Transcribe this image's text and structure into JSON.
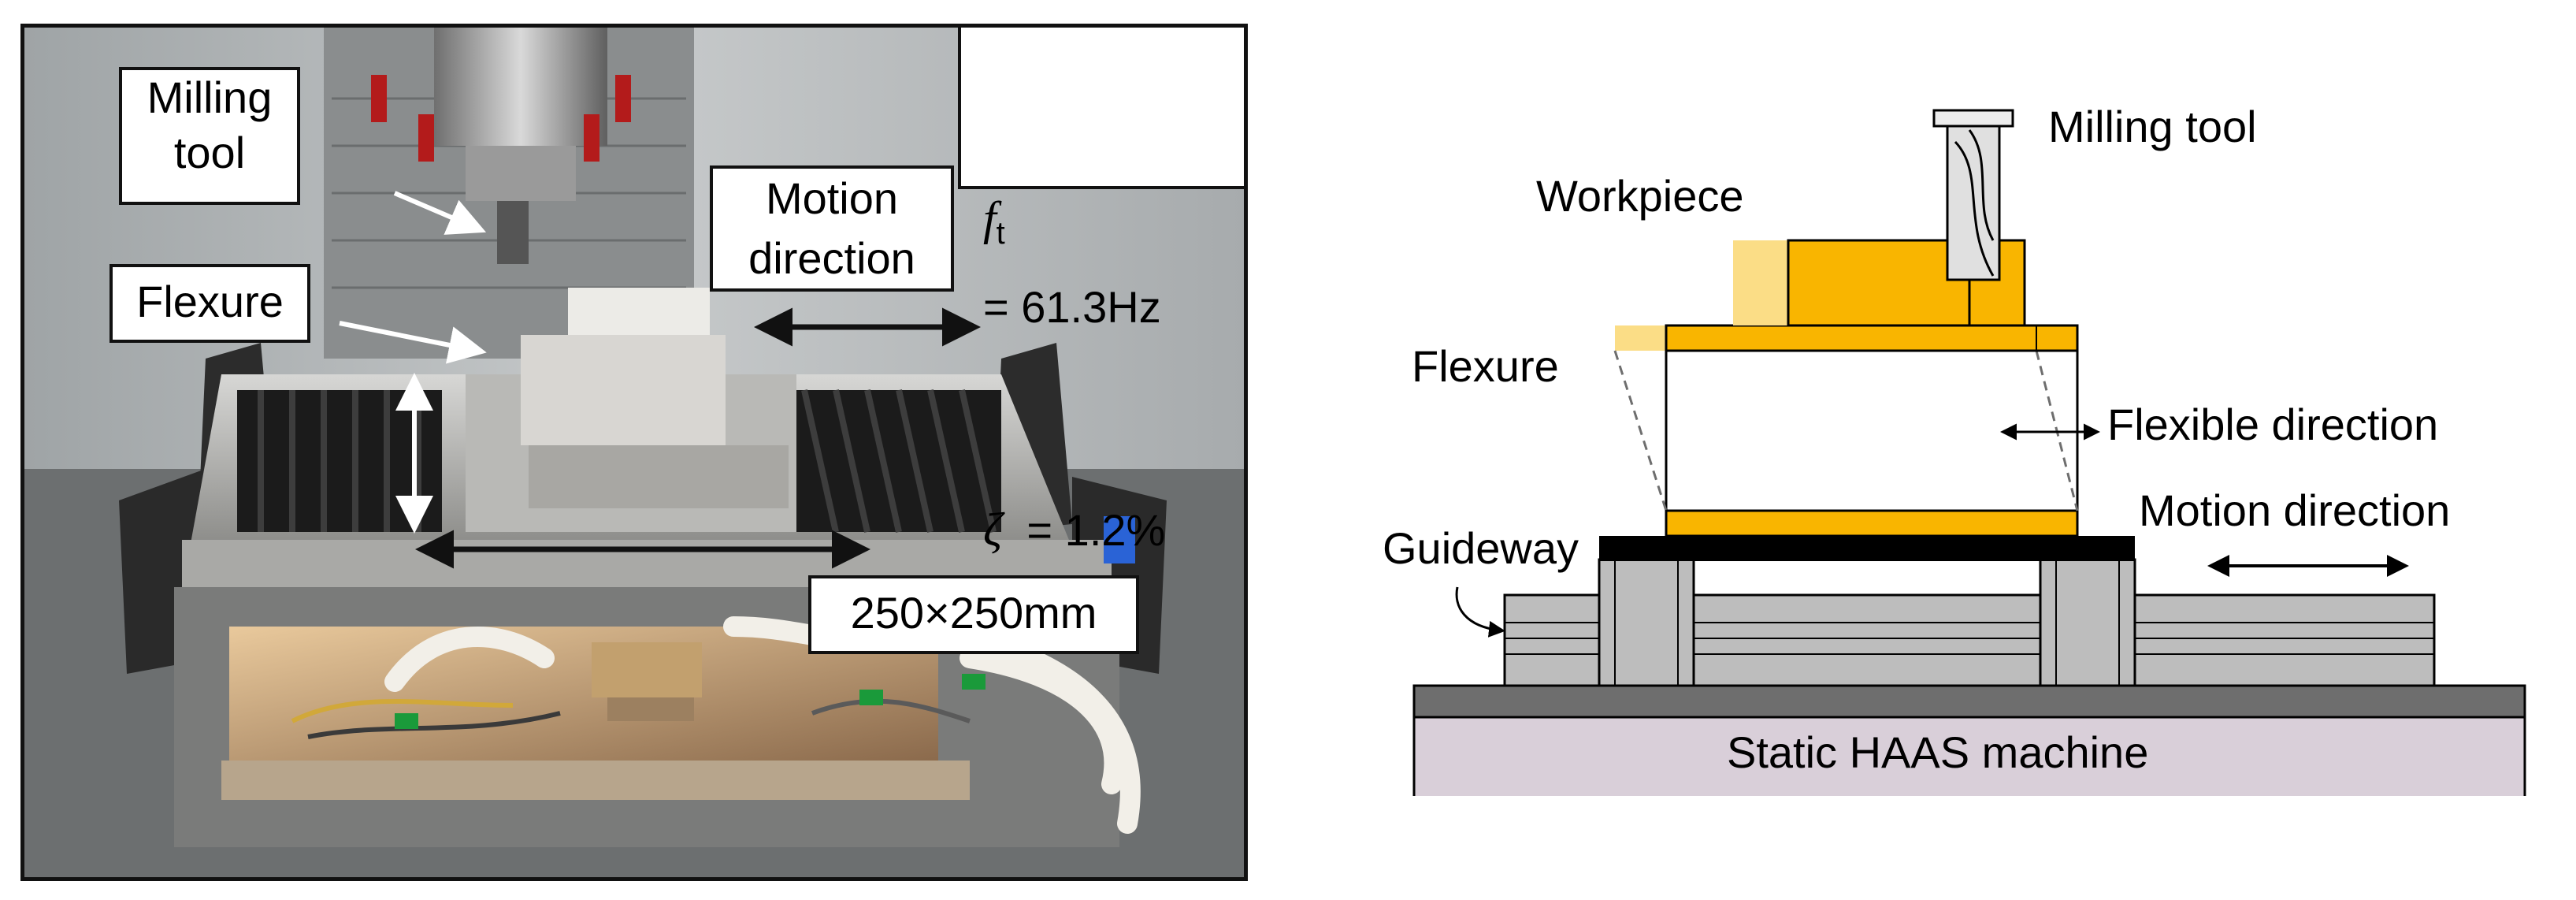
{
  "photo": {
    "labels": {
      "milling_tool": "Milling\ntool",
      "flexure": "Flexure",
      "motion_direction": "Motion\ndirection",
      "size": "250×250mm"
    },
    "params": {
      "ft_symbol": "f",
      "ft_sub": "t",
      "ft_value": "= 61.3Hz",
      "zeta_symbol": "ζ",
      "zeta_value": "= 1.2%"
    }
  },
  "diagram": {
    "labels": {
      "milling_tool": "Milling tool",
      "workpiece": "Workpiece",
      "flexure": "Flexure",
      "flexible_direction": "Flexible direction",
      "motion_direction": "Motion direction",
      "guideway": "Guideway",
      "machine": "Static HAAS machine"
    },
    "colors": {
      "orange": "#F9B500",
      "light_orange": "#FBDD86",
      "machine_base": "#D9CFD9",
      "rail_gray": "#BDBDBD",
      "dark_gray": "#6E6E6E"
    }
  }
}
